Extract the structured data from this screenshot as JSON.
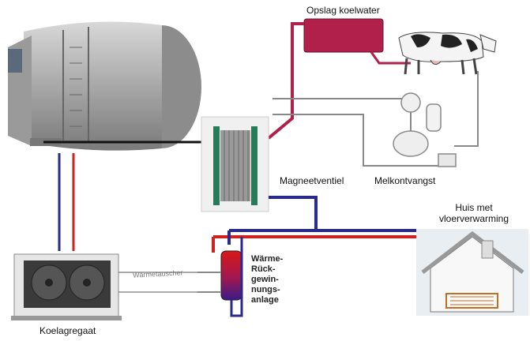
{
  "labels": {
    "storage": "Opslag koelwater",
    "valve": "Magneetventiel",
    "receiver": "Melkontvangst",
    "house": "Huis met vloerverwarming",
    "heat_recovery": "Wärme-Rück-gewin-nungs-anlage",
    "cooling_unit": "Koelagregaat",
    "pipe_text": "Wärmetauscher"
  },
  "colors": {
    "cold_pipe": "#2a2a8a",
    "warm_pipe": "#d02020",
    "water_tank": "#b0204a",
    "milk_line": "#909090",
    "tank_steel": "#a8a8a8"
  }
}
